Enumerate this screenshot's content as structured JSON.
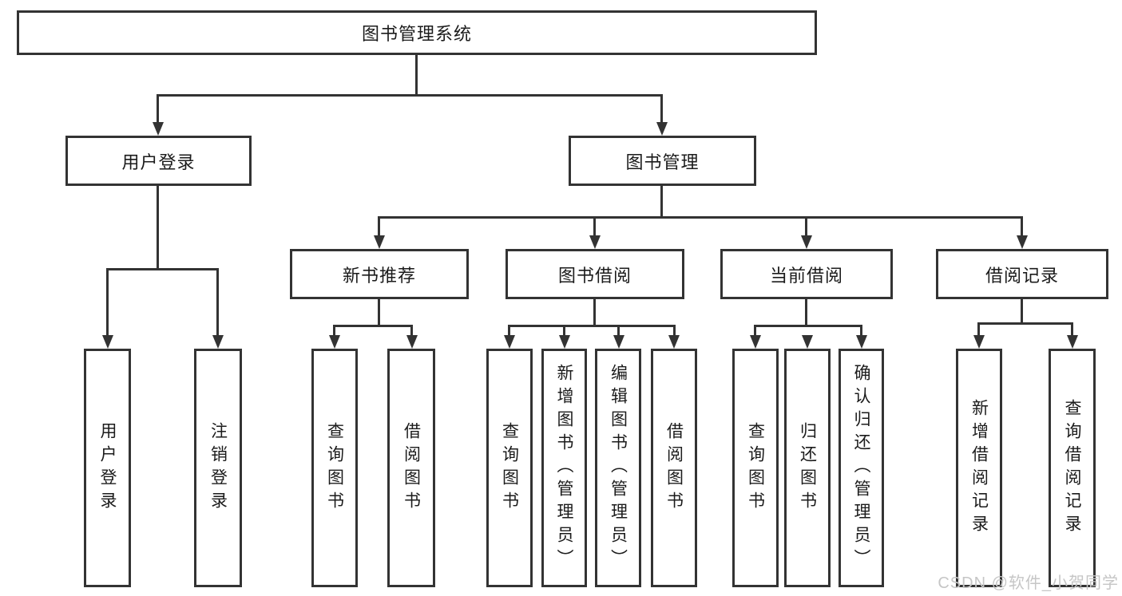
{
  "diagram": {
    "title": "图书管理系统",
    "level2": {
      "user_login": "用户登录",
      "book_management": "图书管理"
    },
    "level3": {
      "new_book_recommend": "新书推荐",
      "book_borrow": "图书借阅",
      "current_borrow": "当前借阅",
      "borrow_records": "借阅记录"
    },
    "leaves": {
      "user_login": [
        "用户登录",
        "注销登录"
      ],
      "new_book_recommend": [
        "查询图书",
        "借阅图书"
      ],
      "book_borrow": [
        "查询图书",
        "新增图书（管理员）",
        "编辑图书（管理员）",
        "借阅图书"
      ],
      "current_borrow": [
        "查询图书",
        "归还图书",
        "确认归还（管理员）"
      ],
      "borrow_records": [
        "新增借阅记录",
        "查询借阅记录"
      ]
    }
  },
  "watermark": {
    "text": "CSDN @软件_小贺同学"
  },
  "colors": {
    "line": "#333333",
    "text": "#1b1b1b",
    "bg": "#ffffff",
    "wm": "#c6c6c6"
  }
}
